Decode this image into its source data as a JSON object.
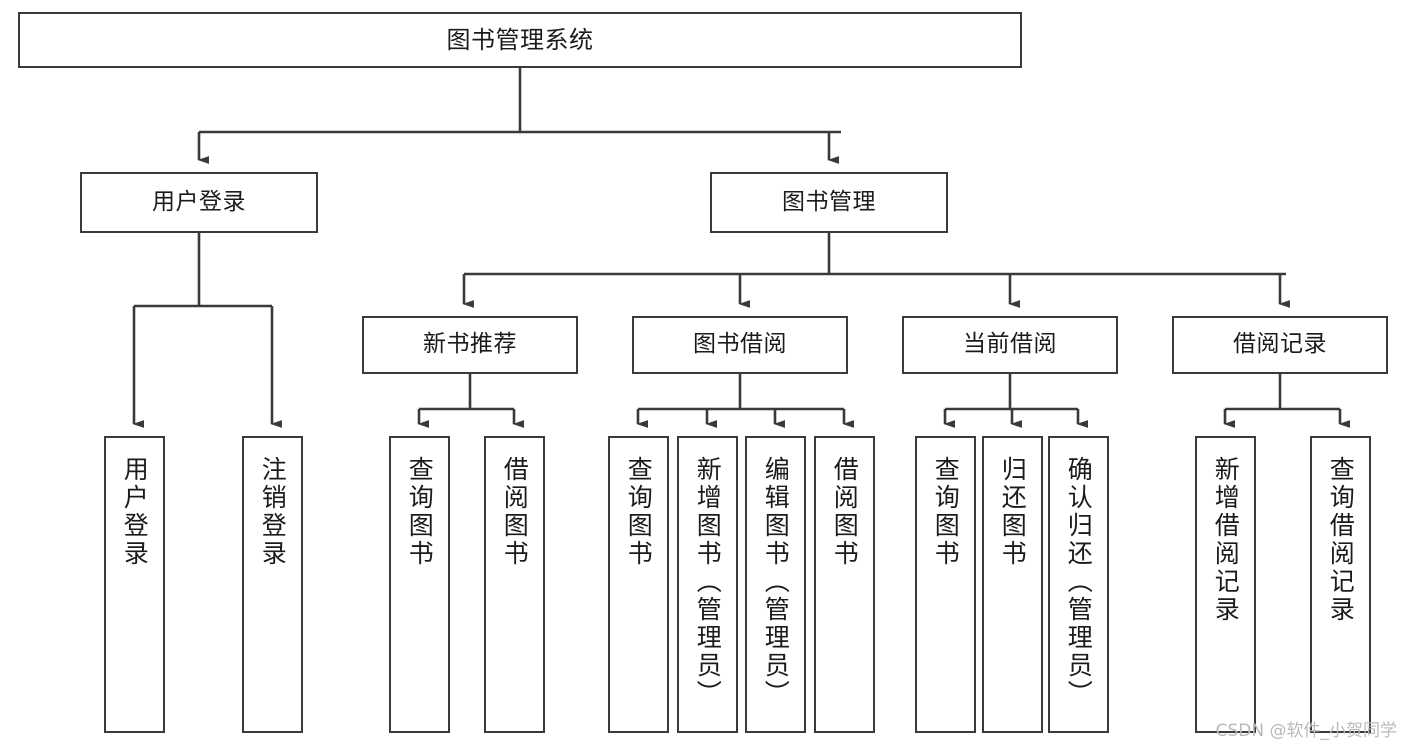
{
  "diagram": {
    "title": "图书管理系统",
    "type": "tree",
    "watermark": "CSDN @软件_小贺同学",
    "colors": {
      "border": "#3a3a3a",
      "text": "#1b1b1b",
      "background": "#ffffff",
      "edge": "#3a3a3a",
      "watermark": "#b9b9b9"
    },
    "nodes": {
      "root": {
        "label": "图书管理系统"
      },
      "level2": [
        {
          "id": "user-login",
          "label": "用户登录"
        },
        {
          "id": "book-manage",
          "label": "图书管理"
        }
      ],
      "level3": [
        {
          "id": "new-book-recommend",
          "label": "新书推荐"
        },
        {
          "id": "book-borrow",
          "label": "图书借阅"
        },
        {
          "id": "current-borrow",
          "label": "当前借阅"
        },
        {
          "id": "borrow-record",
          "label": "借阅记录"
        }
      ],
      "leaves": {
        "user_login": [
          {
            "id": "leaf-user-login",
            "label": "用户登录"
          },
          {
            "id": "leaf-logout-login",
            "label": "注销登录"
          }
        ],
        "new_book_recommend": [
          {
            "id": "leaf-query-book-1",
            "label": "查询图书"
          },
          {
            "id": "leaf-borrow-book-1",
            "label": "借阅图书"
          }
        ],
        "book_borrow": [
          {
            "id": "leaf-query-book-2",
            "label": "查询图书"
          },
          {
            "id": "leaf-add-book",
            "label": "新增图书（管理员）"
          },
          {
            "id": "leaf-edit-book",
            "label": "编辑图书（管理员）"
          },
          {
            "id": "leaf-borrow-book-2",
            "label": "借阅图书"
          }
        ],
        "current_borrow": [
          {
            "id": "leaf-query-book-3",
            "label": "查询图书"
          },
          {
            "id": "leaf-return-book",
            "label": "归还图书"
          },
          {
            "id": "leaf-confirm-return",
            "label": "确认归还（管理员）"
          }
        ],
        "borrow_record": [
          {
            "id": "leaf-add-record",
            "label": "新增借阅记录"
          },
          {
            "id": "leaf-query-record",
            "label": "查询借阅记录"
          }
        ]
      }
    }
  }
}
